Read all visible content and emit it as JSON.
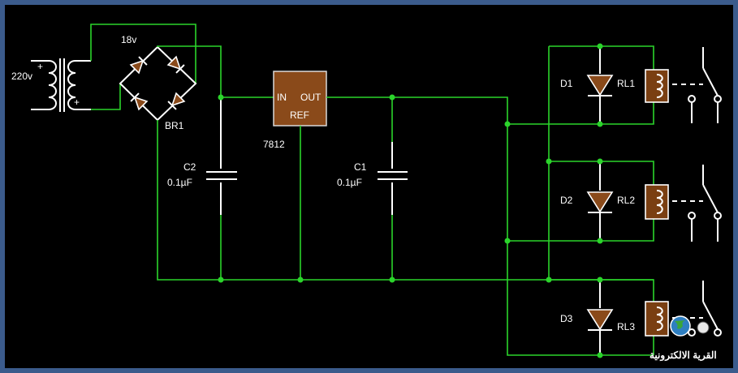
{
  "transformer": {
    "primary_label": "220v",
    "secondary_label": "18v",
    "plus_primary": "+",
    "plus_secondary": "+"
  },
  "bridge": {
    "label": "BR1"
  },
  "regulator": {
    "in_label": "IN",
    "out_label": "OUT",
    "ref_label": "REF",
    "part_label": "7812"
  },
  "capacitors": [
    {
      "name": "C2",
      "value": "0.1µF"
    },
    {
      "name": "C1",
      "value": "0.1µF"
    }
  ],
  "diodes": [
    {
      "name": "D1",
      "relay": "RL1"
    },
    {
      "name": "D2",
      "relay": "RL2"
    },
    {
      "name": "D3",
      "relay": "RL3"
    }
  ],
  "watermark": {
    "text": "القرية الالكترونية"
  },
  "colors": {
    "wire": "#2bd42b",
    "component_fill": "#8a4a1a",
    "background": "#000000",
    "frame": "#3b5b8c"
  }
}
